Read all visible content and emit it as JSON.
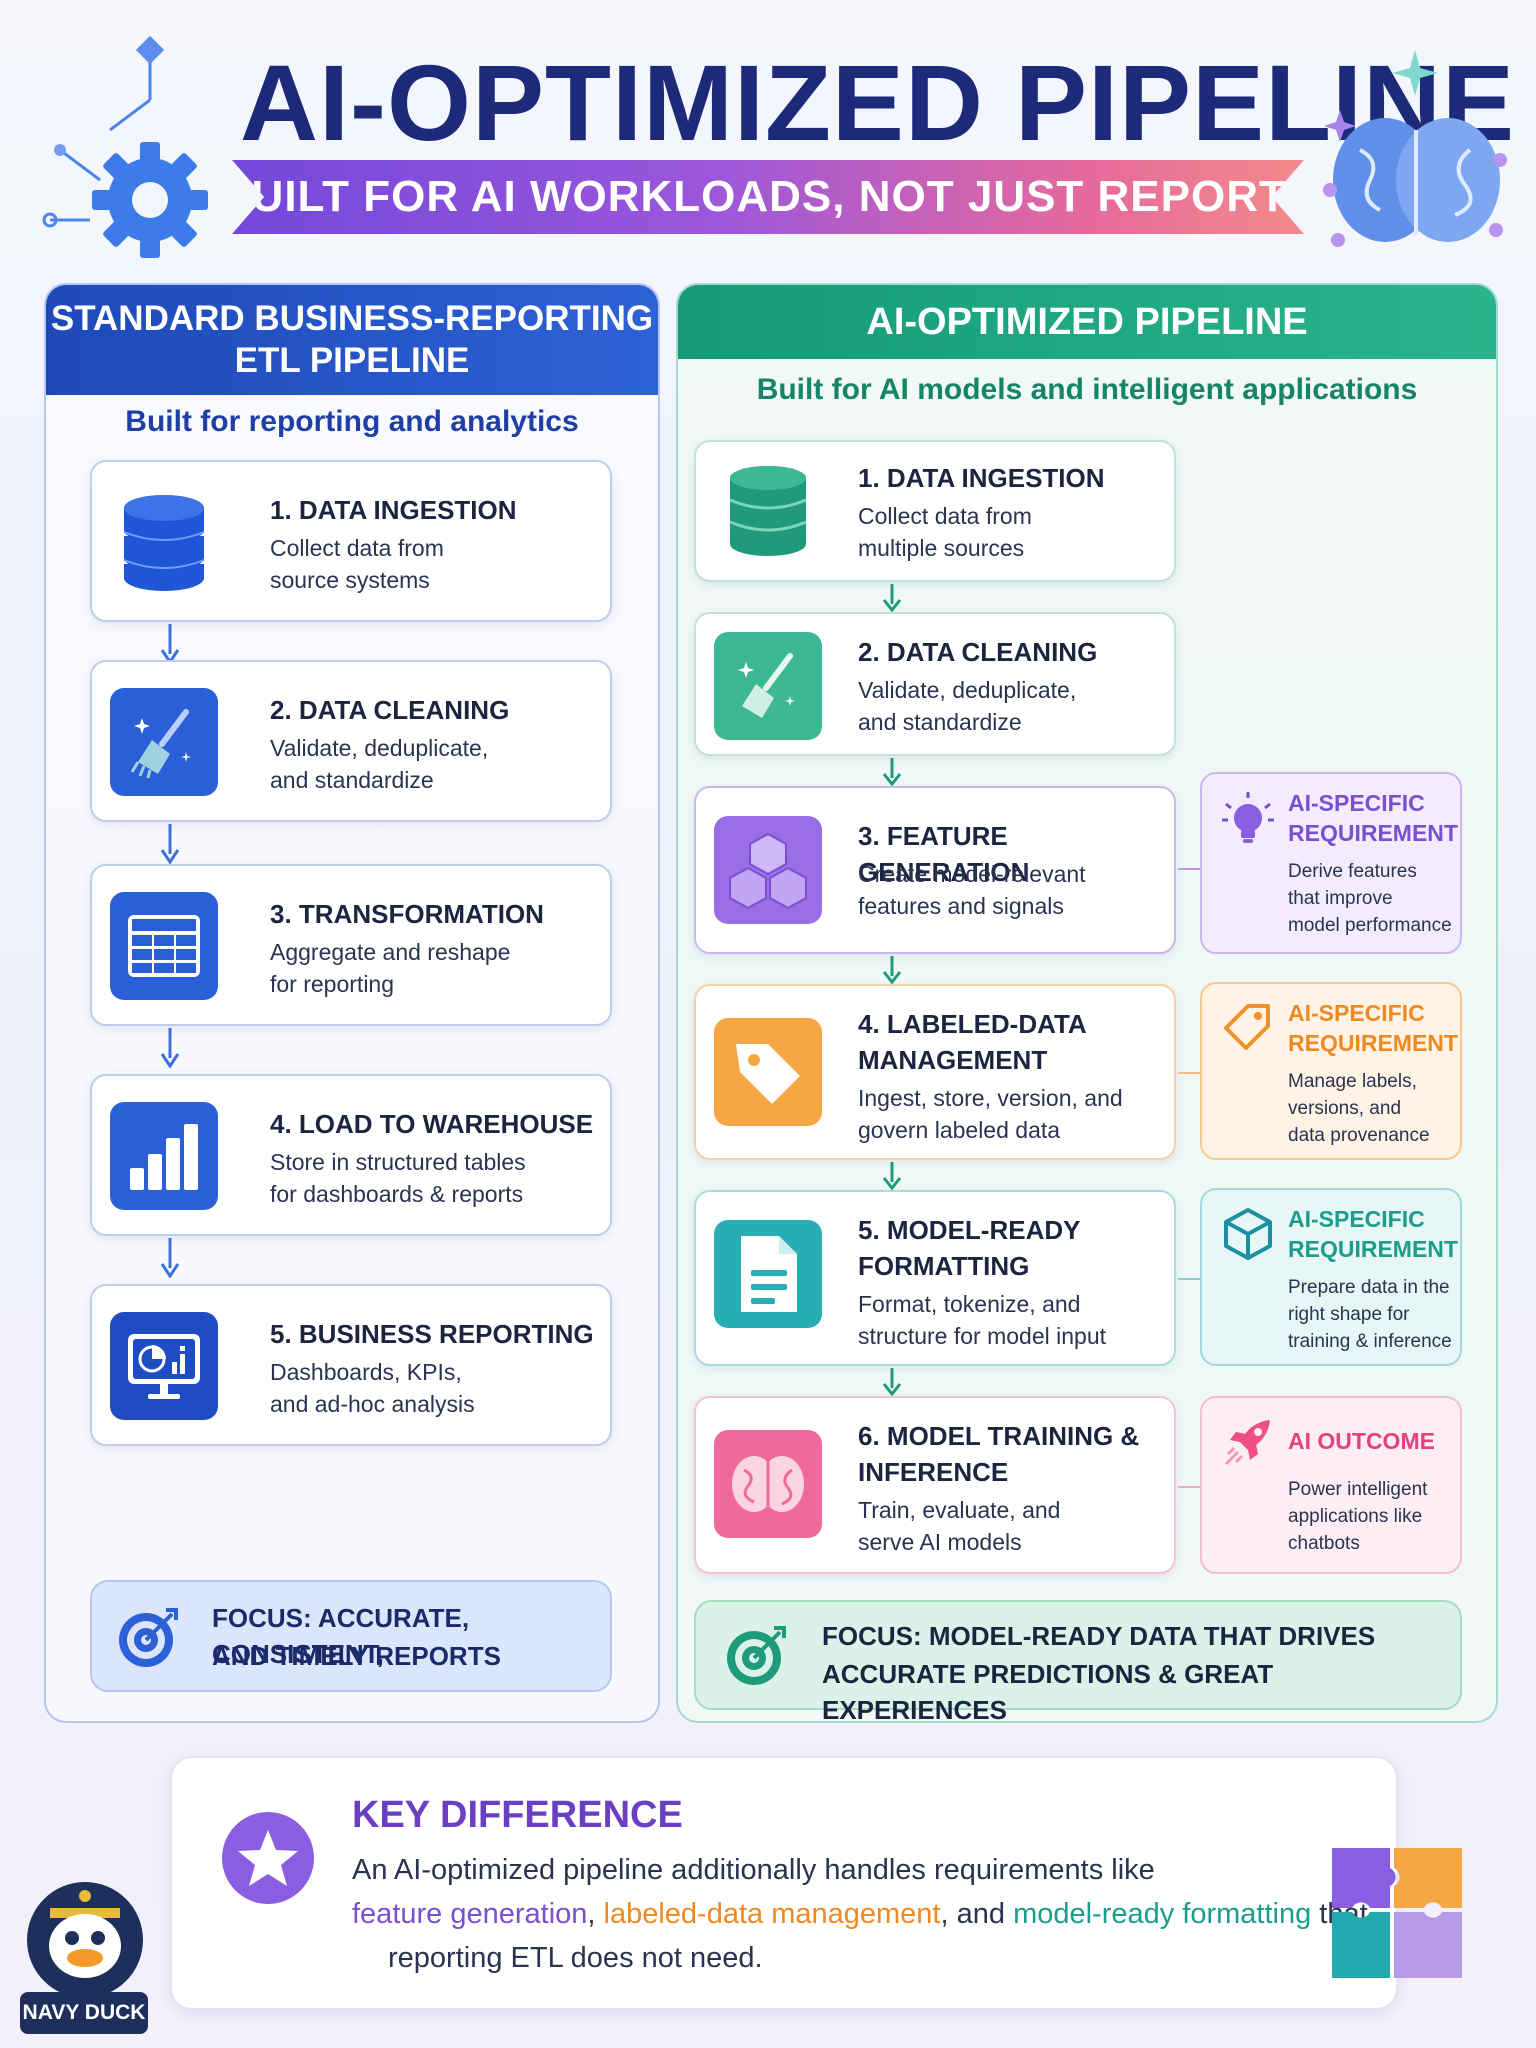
{
  "header": {
    "title": "AI-OPTIMIZED PIPELINE",
    "subtitle": "BUILT FOR AI WORKLOADS, NOT JUST REPORTS"
  },
  "left": {
    "title_line1": "STANDARD BUSINESS-REPORTING",
    "title_line2": "ETL PIPELINE",
    "subtitle": "Built for reporting and analytics",
    "steps": [
      {
        "title": "1. DATA INGESTION",
        "desc1": "Collect data from",
        "desc2": "source systems",
        "icon": "database-icon"
      },
      {
        "title": "2. DATA CLEANING",
        "desc1": "Validate, deduplicate,",
        "desc2": "and standardize",
        "icon": "broom-icon"
      },
      {
        "title": "3. TRANSFORMATION",
        "desc1": "Aggregate and reshape",
        "desc2": "for reporting",
        "icon": "table-icon"
      },
      {
        "title": "4. LOAD TO WAREHOUSE",
        "desc1": "Store in structured tables",
        "desc2": "for dashboards & reports",
        "icon": "bar-chart-icon"
      },
      {
        "title": "5. BUSINESS REPORTING",
        "desc1": "Dashboards, KPIs,",
        "desc2": "and ad-hoc analysis",
        "icon": "monitor-chart-icon"
      }
    ],
    "focus_line1": "FOCUS: ACCURATE, CONSISTENT,",
    "focus_line2": "AND TIMELY REPORTS"
  },
  "right": {
    "title": "AI-OPTIMIZED PIPELINE",
    "subtitle": "Built for AI models and intelligent applications",
    "steps": [
      {
        "title1": "1. DATA INGESTION",
        "title2": "",
        "desc1": "Collect data from",
        "desc2": "multiple sources",
        "icon": "database-icon"
      },
      {
        "title1": "2. DATA CLEANING",
        "title2": "",
        "desc1": "Validate, deduplicate,",
        "desc2": "and standardize",
        "icon": "broom-icon"
      },
      {
        "title1": "3. FEATURE GENERATION",
        "title2": "",
        "desc1": "Create model-relevant",
        "desc2": "features and signals",
        "icon": "cubes-icon"
      },
      {
        "title1": "4. LABELED-DATA",
        "title2": "MANAGEMENT",
        "desc1": "Ingest, store, version, and",
        "desc2": "govern labeled data",
        "icon": "tag-icon"
      },
      {
        "title1": "5. MODEL-READY",
        "title2": "FORMATTING",
        "desc1": "Format, tokenize, and",
        "desc2": "structure for model input",
        "icon": "document-icon"
      },
      {
        "title1": "6. MODEL TRAINING &",
        "title2": "INFERENCE",
        "desc1": "Train, evaluate, and",
        "desc2": "serve AI models",
        "icon": "brain-icon"
      }
    ],
    "side_boxes": [
      {
        "title1": "AI-SPECIFIC",
        "title2": "REQUIREMENT",
        "desc1": "Derive features",
        "desc2": "that improve",
        "desc3": "model performance",
        "icon": "lightbulb-icon"
      },
      {
        "title1": "AI-SPECIFIC",
        "title2": "REQUIREMENT",
        "desc1": "Manage labels,",
        "desc2": "versions, and",
        "desc3": "data provenance",
        "icon": "tag-icon"
      },
      {
        "title1": "AI-SPECIFIC",
        "title2": "REQUIREMENT",
        "desc1": "Prepare data in the",
        "desc2": "right shape for",
        "desc3": "training & inference",
        "icon": "cube-icon"
      },
      {
        "title1": "AI OUTCOME",
        "title2": "",
        "desc1": "Power intelligent",
        "desc2": "applications like",
        "desc3": "chatbots",
        "icon": "rocket-icon"
      }
    ],
    "focus_line1": "FOCUS: MODEL-READY DATA THAT DRIVES",
    "focus_line2": "ACCURATE PREDICTIONS & GREAT EXPERIENCES"
  },
  "key_difference": {
    "title": "KEY DIFFERENCE",
    "line1": "An AI-optimized pipeline additionally handles requirements like",
    "hl1": "feature generation",
    "sep1": ", ",
    "hl2": "labeled-data management",
    "sep2": ", and ",
    "hl3": "model-ready formatting",
    "tail": " that",
    "line3": "reporting ETL does not need."
  },
  "branding": {
    "mascot_label": "NAVY DUCK"
  },
  "colors": {
    "navy": "#1d2a7a",
    "blue": "#2a5bd7",
    "green": "#1ea37f",
    "purple": "#8a5ee0",
    "orange": "#f5a03c",
    "teal": "#23a9b0",
    "pink": "#ee5d93"
  }
}
